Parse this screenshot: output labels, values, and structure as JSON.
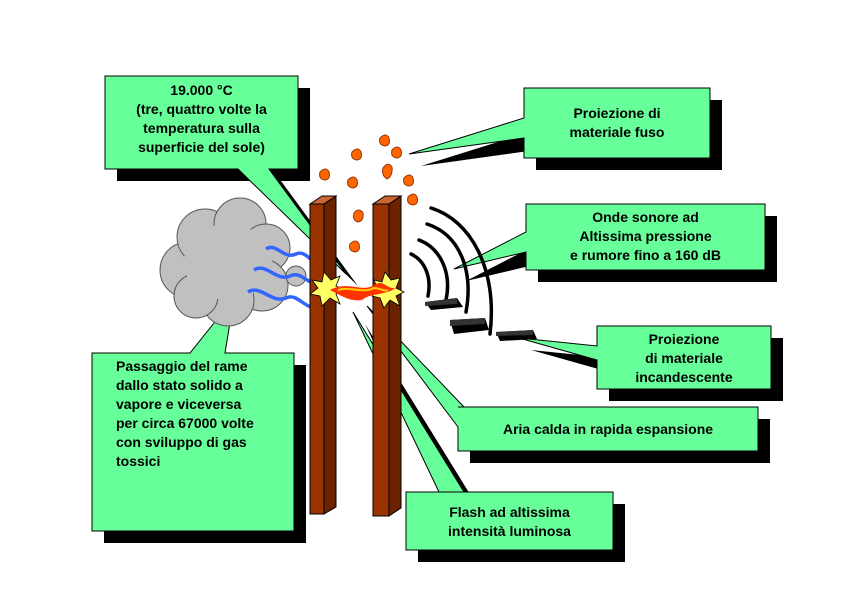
{
  "colors": {
    "callout_fill": "#66ff99",
    "callout_shadow": "#000000",
    "pole": "#993300",
    "cloud": "#c0c0c0",
    "heat_waves": "#3366ff",
    "droplets": "#ff6600",
    "sound_waves": "#000000"
  },
  "callouts": {
    "temperature": {
      "line1": "19.000 °C",
      "line2": "(tre, quattro volte la",
      "line3": "temperatura sulla",
      "line4": "superficie del sole)"
    },
    "molten": {
      "line1": "Proiezione di",
      "line2": "materiale fuso"
    },
    "sound": {
      "line1": "Onde sonore ad",
      "line2": "Altissima pressione",
      "line3": "e rumore fino a 160 dB"
    },
    "incandescent": {
      "line1": "Proiezione",
      "line2": "di materiale",
      "line3": "incandescente"
    },
    "air": {
      "line1": "Aria calda in rapida espansione"
    },
    "flash": {
      "line1": "Flash ad altissima",
      "line2": "intensità luminosa"
    },
    "copper": {
      "line1": "Passaggio del rame",
      "line2": "dallo stato solido a",
      "line3": "vapore e viceversa",
      "line4": "per circa 67000 volte",
      "line5": "con sviluppo di gas",
      "line6": "tossici"
    }
  }
}
